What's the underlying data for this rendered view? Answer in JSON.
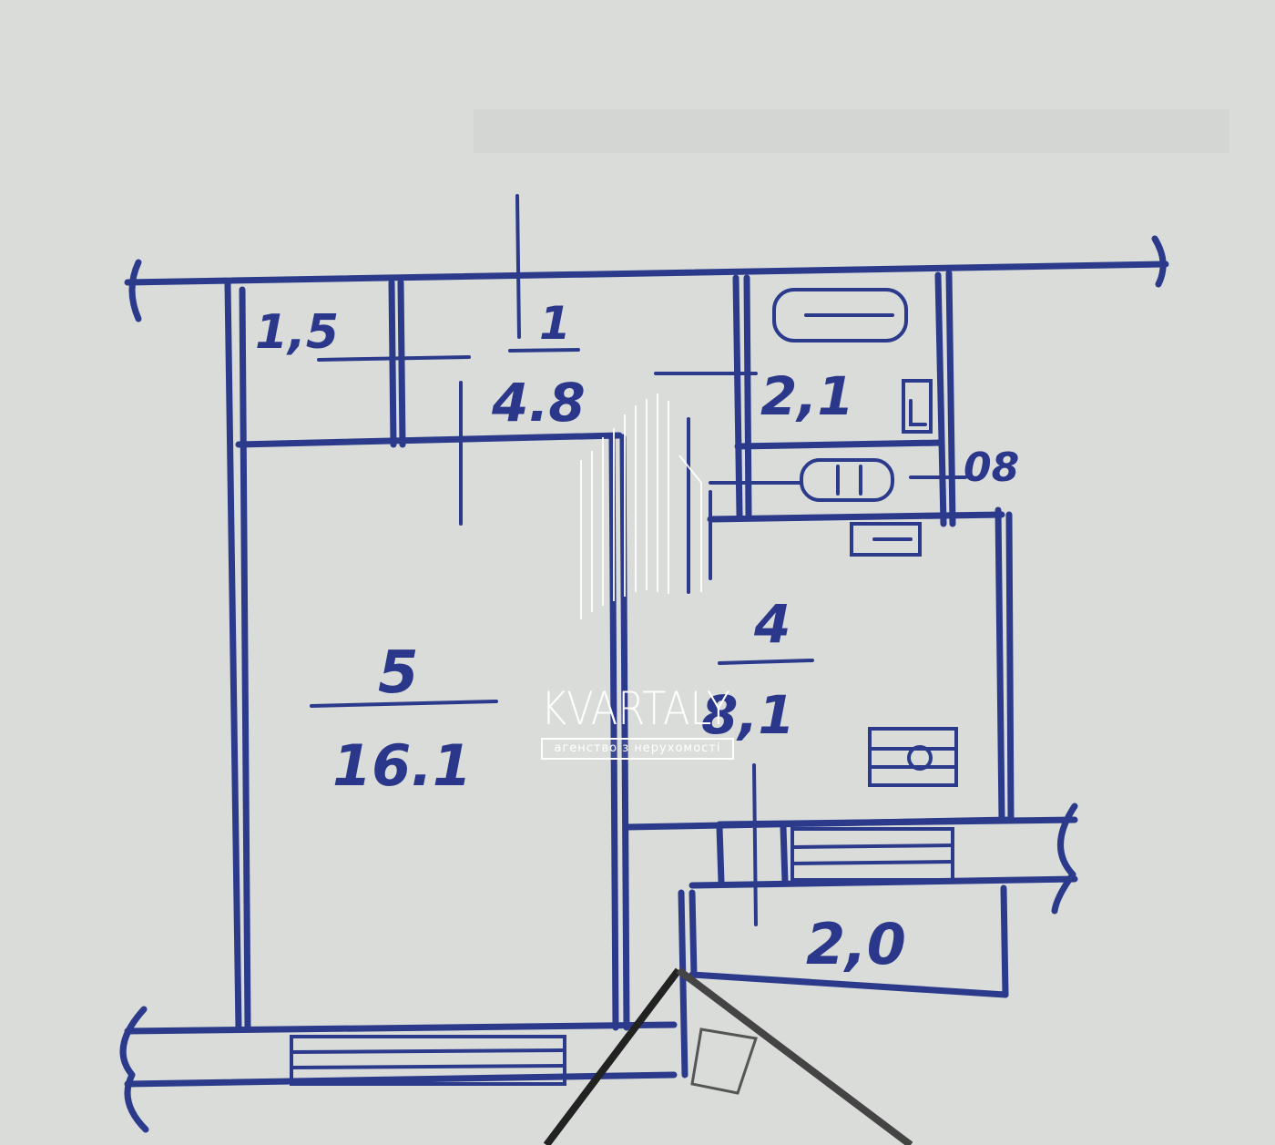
{
  "rooms": {
    "room1": {
      "number": "1",
      "area": "4.8"
    },
    "room_storage": {
      "area": "1,5"
    },
    "room_bath": {
      "area": "2,1"
    },
    "room_wc": {
      "area": "08"
    },
    "room4": {
      "number": "4",
      "area": "8,1"
    },
    "room5": {
      "number": "5",
      "area": "16.1"
    },
    "balcony": {
      "area": "2,0"
    }
  },
  "watermark": {
    "brand": "KVARTALY",
    "tagline": "агенство з нерухомості"
  },
  "colors": {
    "ink": "#2c3a8c",
    "paper": "#d9dcd9",
    "watermark": "#ffffff"
  }
}
